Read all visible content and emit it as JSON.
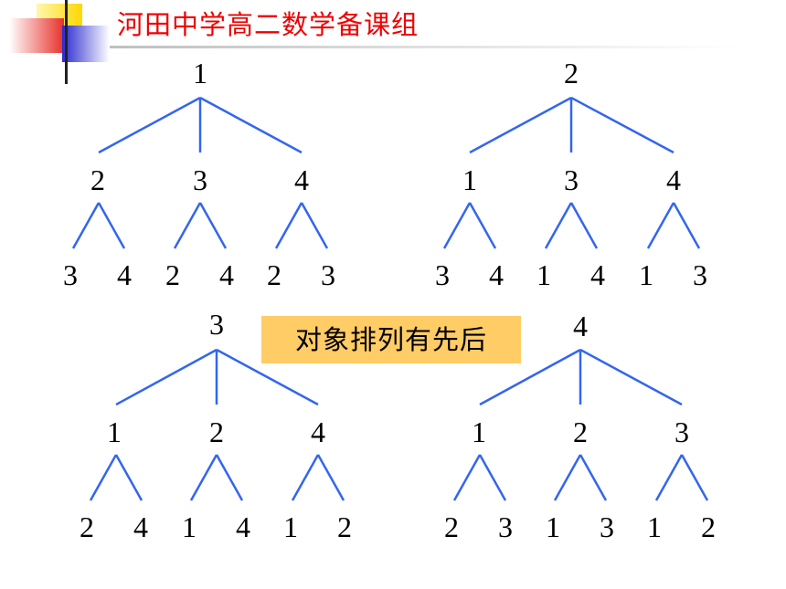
{
  "header": {
    "title": "河田中学高二数学备课组",
    "logo_colors": [
      "#ffd700",
      "#e8302a",
      "#2a2ad0"
    ]
  },
  "badge": {
    "text": "对象排列有先后",
    "color": "#ffcc66"
  },
  "edge_color": "#3366ee",
  "trees": [
    {
      "root": "1",
      "children": [
        {
          "label": "2",
          "leaves": [
            "3",
            "4"
          ]
        },
        {
          "label": "3",
          "leaves": [
            "2",
            "4"
          ]
        },
        {
          "label": "4",
          "leaves": [
            "2",
            "3"
          ]
        }
      ]
    },
    {
      "root": "2",
      "children": [
        {
          "label": "1",
          "leaves": [
            "3",
            "4"
          ]
        },
        {
          "label": "3",
          "leaves": [
            "1",
            "4"
          ]
        },
        {
          "label": "4",
          "leaves": [
            "1",
            "3"
          ]
        }
      ]
    },
    {
      "root": "3",
      "children": [
        {
          "label": "1",
          "leaves": [
            "2",
            "4"
          ]
        },
        {
          "label": "2",
          "leaves": [
            "1",
            "4"
          ]
        },
        {
          "label": "4",
          "leaves": [
            "1",
            "2"
          ]
        }
      ]
    },
    {
      "root": "4",
      "children": [
        {
          "label": "1",
          "leaves": [
            "2",
            "3"
          ]
        },
        {
          "label": "2",
          "leaves": [
            "1",
            "3"
          ]
        },
        {
          "label": "3",
          "leaves": [
            "1",
            "2"
          ]
        }
      ]
    }
  ]
}
